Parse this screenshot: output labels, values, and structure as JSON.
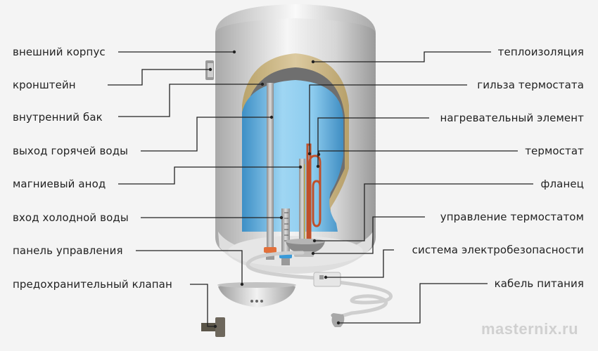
{
  "title": "Устройство водонагревателя",
  "labels_left": [
    {
      "id": "outer-casing",
      "text": "внешний корпус"
    },
    {
      "id": "bracket",
      "text": "кронштейн"
    },
    {
      "id": "inner-tank",
      "text": "внутренний бак"
    },
    {
      "id": "hot-water-outlet",
      "text": "выход горячей воды"
    },
    {
      "id": "magnesium-anode",
      "text": "магниевый анод"
    },
    {
      "id": "cold-water-inlet",
      "text": "вход холодной воды"
    },
    {
      "id": "control-panel",
      "text": "панель управления"
    },
    {
      "id": "safety-valve",
      "text": "предохранительный клапан"
    }
  ],
  "labels_right": [
    {
      "id": "thermal-insulation",
      "text": "теплоизоляция"
    },
    {
      "id": "thermostat-sleeve",
      "text": "гильза термостата"
    },
    {
      "id": "heating-element",
      "text": "нагревательный элемент"
    },
    {
      "id": "thermostat",
      "text": "термостат"
    },
    {
      "id": "flange",
      "text": "фланец"
    },
    {
      "id": "thermostat-control",
      "text": "управление термостатом"
    },
    {
      "id": "electrical-safety-system",
      "text": "система электробезопасности"
    },
    {
      "id": "power-cable",
      "text": "кабель питания"
    }
  ],
  "watermark": "masternix.ru",
  "colors": {
    "background": "#f4f4f4",
    "leader_line": "#222222",
    "casing": "#c8c8c8",
    "insulation": "#cdb98a",
    "water": "#6fb6e0",
    "heating_element": "#c0502a",
    "hot_ring": "#e2703a",
    "cold_ring": "#3a9ad8"
  }
}
